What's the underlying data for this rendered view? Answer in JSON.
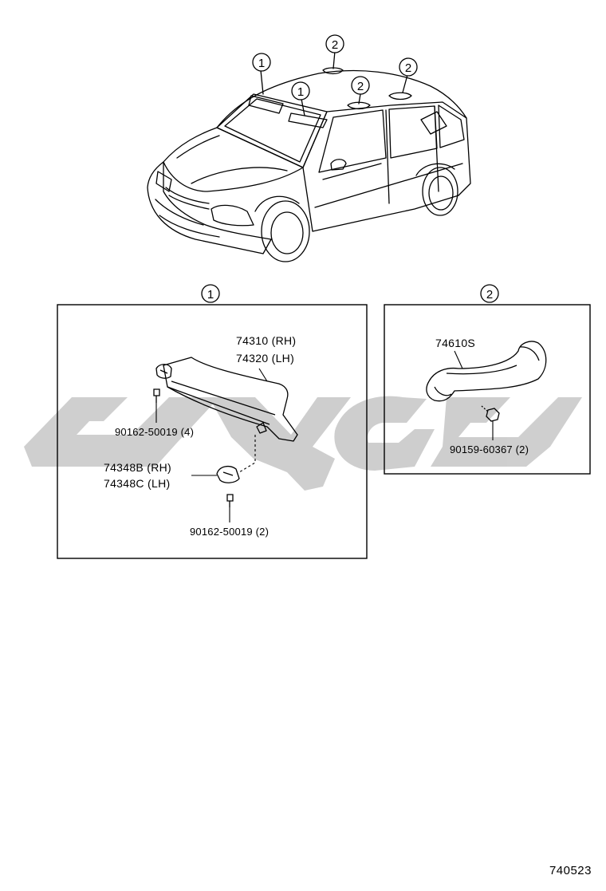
{
  "diagram": {
    "callouts": {
      "one": "1",
      "two": "2"
    },
    "section1": {
      "label": "1",
      "visor_rh": "74310 (RH)",
      "visor_lh": "74320 (LH)",
      "screw_top": "90162-50019 (4)",
      "holder_rh": "74348B (RH)",
      "holder_lh": "74348C (LH)",
      "screw_bottom": "90162-50019 (2)"
    },
    "section2": {
      "label": "2",
      "grip": "74610S",
      "bolt": "90159-60367 (2)"
    },
    "diagram_code": "740523",
    "watermark_color": "#c8c8c8"
  }
}
